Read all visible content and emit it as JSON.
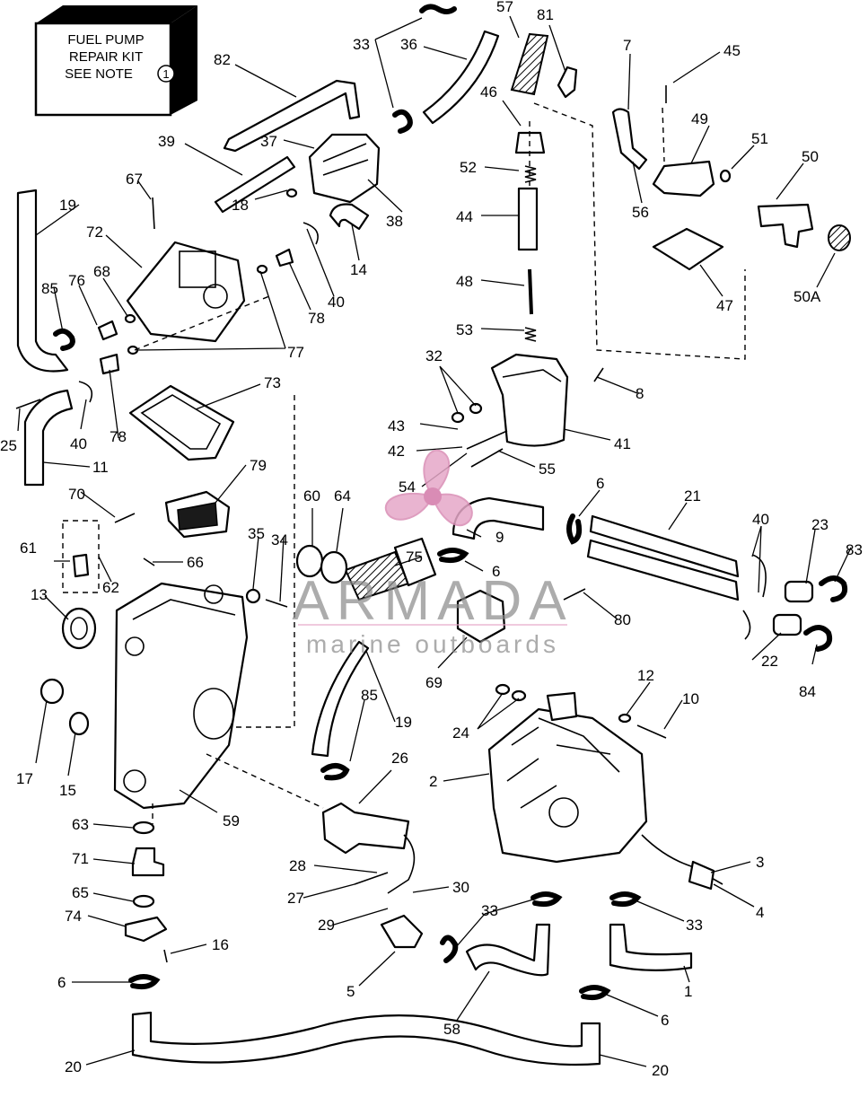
{
  "note_box": {
    "line1": "FUEL PUMP",
    "line2": "REPAIR KIT",
    "line3": "SEE NOTE",
    "note_number": "1"
  },
  "watermark": {
    "brand": "ARMADA",
    "tagline": "marine outboards"
  },
  "colors": {
    "ink": "#000000",
    "watermark_logo": "#e6a8c8",
    "watermark_text": "#8a8a8a"
  },
  "callouts": {
    "c1": "1",
    "c2": "2",
    "c3": "3",
    "c4": "4",
    "c5": "5",
    "c6a": "6",
    "c6b": "6",
    "c6c": "6",
    "c6d": "6",
    "c7": "7",
    "c8": "8",
    "c9": "9",
    "c10": "10",
    "c11": "11",
    "c12": "12",
    "c13": "13",
    "c14": "14",
    "c15": "15",
    "c16": "16",
    "c17": "17",
    "c18": "18",
    "c19a": "19",
    "c19b": "19",
    "c20a": "20",
    "c20b": "20",
    "c21": "21",
    "c22": "22",
    "c23": "23",
    "c24": "24",
    "c25": "25",
    "c26": "26",
    "c27": "27",
    "c28": "28",
    "c29": "29",
    "c30": "30",
    "c32": "32",
    "c33a": "33",
    "c33b": "33",
    "c33c": "33",
    "c34": "34",
    "c35": "35",
    "c36": "36",
    "c37": "37",
    "c38": "38",
    "c39": "39",
    "c40a": "40",
    "c40b": "40",
    "c40c": "40",
    "c41": "41",
    "c42": "42",
    "c43": "43",
    "c44": "44",
    "c45": "45",
    "c46": "46",
    "c47": "47",
    "c48": "48",
    "c49": "49",
    "c50": "50",
    "c50a": "50A",
    "c51": "51",
    "c52": "52",
    "c53": "53",
    "c54": "54",
    "c55": "55",
    "c56": "56",
    "c57": "57",
    "c58": "58",
    "c59": "59",
    "c60": "60",
    "c61": "61",
    "c62": "62",
    "c63": "63",
    "c64": "64",
    "c65": "65",
    "c66": "66",
    "c67": "67",
    "c68": "68",
    "c69": "69",
    "c70": "70",
    "c71": "71",
    "c72": "72",
    "c73": "73",
    "c74": "74",
    "c75": "75",
    "c76": "76",
    "c77": "77",
    "c78a": "78",
    "c78b": "78",
    "c79": "79",
    "c80": "80",
    "c81": "81",
    "c82": "82",
    "c83": "83",
    "c84": "84",
    "c85a": "85",
    "c85b": "85"
  }
}
